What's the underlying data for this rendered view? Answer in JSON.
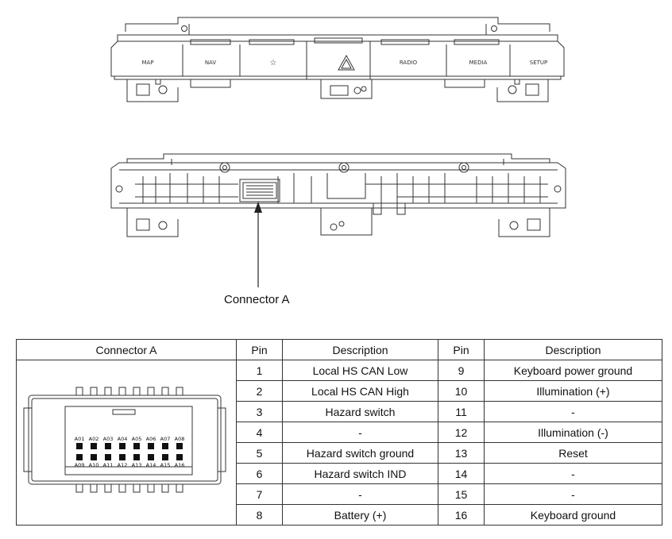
{
  "front_panel": {
    "buttons": [
      "MAP",
      "NAV",
      "☆",
      "",
      "RADIO",
      "MEDIA",
      "SETUP"
    ]
  },
  "connector_callout": "Connector A",
  "pin_table": {
    "headers": [
      "Connector A",
      "Pin",
      "Description",
      "Pin",
      "Description"
    ],
    "rows": [
      {
        "pin_a": "1",
        "desc_a": "Local HS CAN Low",
        "pin_b": "9",
        "desc_b": "Keyboard power ground"
      },
      {
        "pin_a": "2",
        "desc_a": "Local HS CAN High",
        "pin_b": "10",
        "desc_b": "Illumination (+)"
      },
      {
        "pin_a": "3",
        "desc_a": "Hazard switch",
        "pin_b": "11",
        "desc_b": "-"
      },
      {
        "pin_a": "4",
        "desc_a": "-",
        "pin_b": "12",
        "desc_b": "Illumination (-)"
      },
      {
        "pin_a": "5",
        "desc_a": "Hazard switch ground",
        "pin_b": "13",
        "desc_b": "Reset"
      },
      {
        "pin_a": "6",
        "desc_a": "Hazard switch IND",
        "pin_b": "14",
        "desc_b": "-"
      },
      {
        "pin_a": "7",
        "desc_a": "-",
        "pin_b": "15",
        "desc_b": "-"
      },
      {
        "pin_a": "8",
        "desc_a": "Battery (+)",
        "pin_b": "16",
        "desc_b": "Keyboard ground"
      }
    ]
  },
  "connector_pins": {
    "top_row": [
      "A01",
      "A02",
      "A03",
      "A04",
      "A05",
      "A06",
      "A07",
      "A08"
    ],
    "bottom_row": [
      "A09",
      "A10",
      "A11",
      "A12",
      "A13",
      "A14",
      "A15",
      "A16"
    ]
  }
}
